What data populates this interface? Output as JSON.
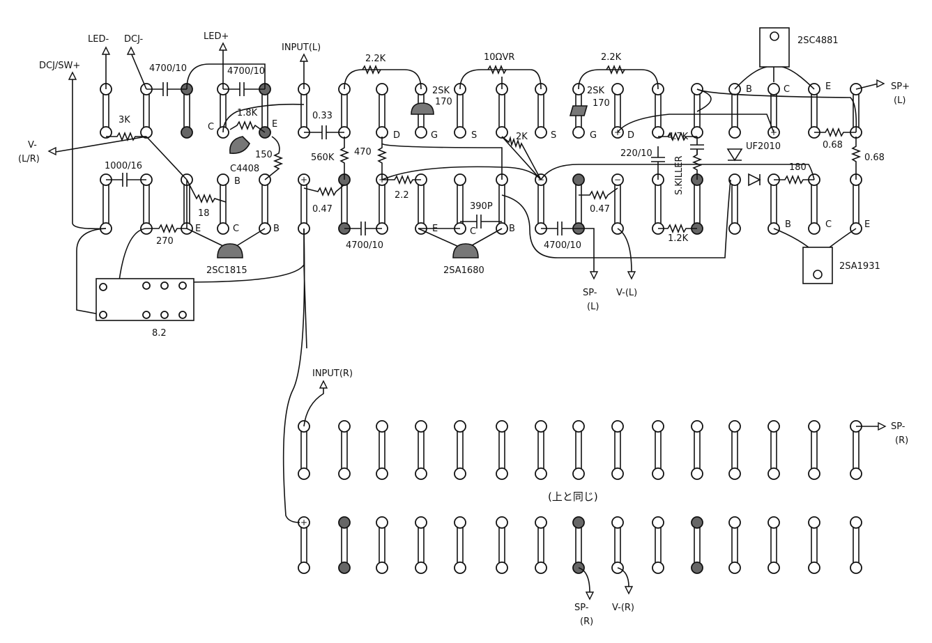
{
  "labels": {
    "led_minus": "LED-",
    "dcj_minus": "DCJ-",
    "led_plus": "LED+",
    "input_l": "INPUT(L)",
    "dcj_sw_plus": "DCJ/SW+",
    "v_minus_lr_1": "V-",
    "v_minus_lr_2": "(L/R)",
    "sp_plus_l_1": "SP+",
    "sp_plus_l_2": "(L)",
    "sp_minus_l_1": "SP-",
    "sp_minus_l_2": "(L)",
    "v_minus_l": "V-(L)",
    "input_r": "INPUT(R)",
    "sp_r_top_1": "SP-",
    "sp_r_top_2": "(R)",
    "sp_minus_r_1": "SP-",
    "sp_minus_r_2": "(R)",
    "v_minus_r": "V-(R)",
    "same_as_above": "(上と同じ)"
  },
  "components": {
    "c_4700_10_a": "4700/10",
    "c_4700_10_b": "4700/10",
    "c_1000_16": "1000/16",
    "r_3k": "3K",
    "r_1_8k": "1.8K",
    "r_150": "150",
    "r_18": "18",
    "r_270": "270",
    "q_c4408": "C4408",
    "q_2sc1815": "2SC1815",
    "r_8_2": "8.2",
    "c_0_33": "0.33",
    "r_560k": "560K",
    "r_470": "470",
    "r_0_47_a": "0.47",
    "r_2_2k_a": "2.2K",
    "q_2sk170_a_1": "2SK",
    "q_2sk170_a_2": "170",
    "r_2_2": "2.2",
    "c_390p": "390P",
    "q_2sa1680": "2SA1680",
    "c_4700_10_c": "4700/10",
    "c_4700_10_d": "4700/10",
    "vr_10": "10ΩVR",
    "r_2k": "2K",
    "q_2sk170_b_1": "2SK",
    "q_2sk170_b_2": "170",
    "r_2_2k_b": "2.2K",
    "r_0_47_b": "0.47",
    "c_220_10": "220/10",
    "r_4_7k": "4.7K",
    "s_killer": "S.KILLER",
    "r_1_2k": "1.2K",
    "d_uf2010": "UF2010",
    "r_180": "180",
    "q_2sc4881": "2SC4881",
    "q_2sa1931": "2SA1931",
    "r_0_68_a": "0.68",
    "r_0_68_b": "0.68"
  },
  "pins": {
    "C": "C",
    "E": "E",
    "B": "B",
    "D": "D",
    "G": "G",
    "S": "S",
    "plus": "+",
    "minus": "-"
  },
  "colors": {
    "ink": "#111111",
    "hatched_pad": "#666666",
    "paper": "#ffffff"
  }
}
